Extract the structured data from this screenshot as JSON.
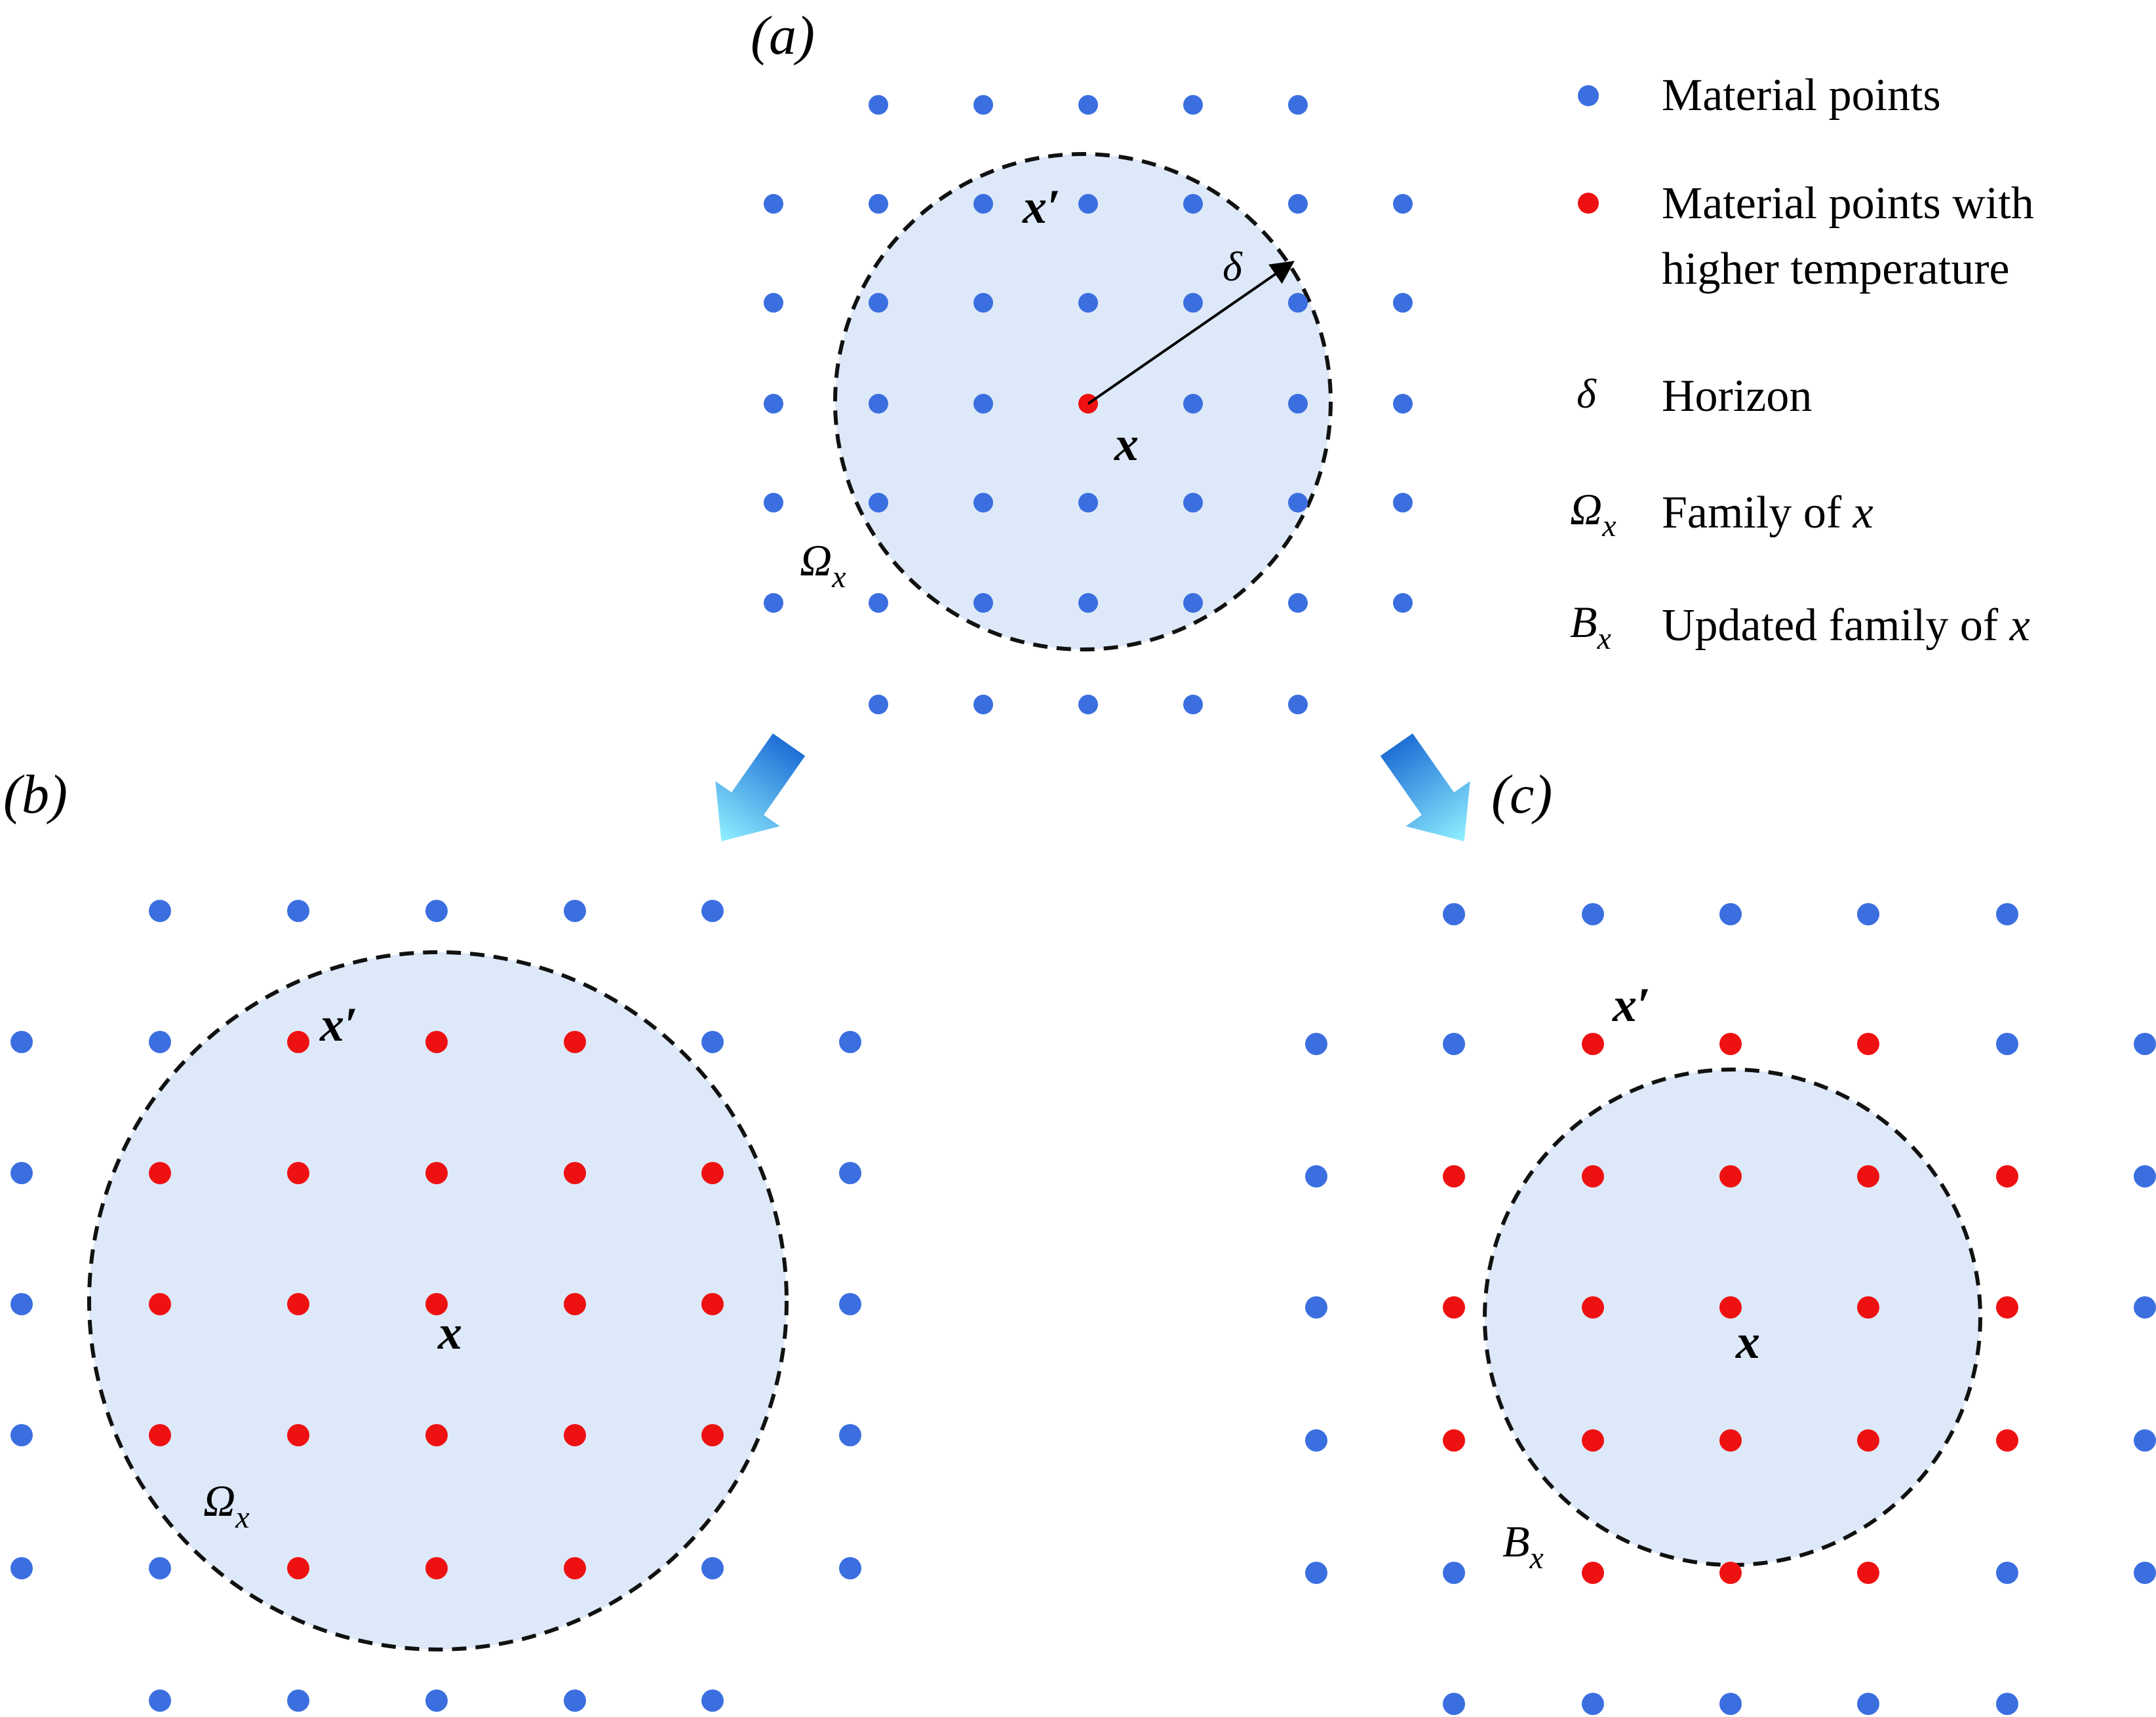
{
  "panels": {
    "a": {
      "label": "(a)",
      "x_label": "x",
      "x_prime_label": "x′",
      "delta_label": "δ",
      "family_symbol": "Ω",
      "family_subscript": "x"
    },
    "b": {
      "label": "(b)",
      "x_label": "x",
      "x_prime_label": "x′",
      "family_symbol": "Ω",
      "family_subscript": "x"
    },
    "c": {
      "label": "(c)",
      "x_label": "x",
      "x_prime_label": "x′",
      "family_symbol": "B",
      "family_subscript": "x"
    }
  },
  "legend": {
    "items": [
      {
        "marker": "dot-blue",
        "text_lines": [
          "Material points"
        ]
      },
      {
        "marker": "dot-red",
        "text_lines": [
          "Material points with",
          "higher temperature"
        ]
      },
      {
        "marker": "symbol",
        "symbol": "δ",
        "sub": "",
        "text": "Horizon"
      },
      {
        "marker": "symbol",
        "symbol": "Ω",
        "sub": "x",
        "text": "Family of ",
        "text_italic": "x"
      },
      {
        "marker": "symbol",
        "symbol": "B",
        "sub": "x",
        "text": "Updated family of ",
        "text_italic": "x"
      }
    ]
  },
  "colors": {
    "material_point": "#3b6fe0",
    "hot_point": "#ee1111",
    "family_fill": "#dde9f8",
    "boundary": "#111111",
    "arrow_top": "#1f6fd6",
    "arrow_bottom": "#8ff0ff"
  },
  "icons": {
    "arrow_to_b": "gradient-arrow-down-left",
    "arrow_to_c": "gradient-arrow-down-right"
  }
}
